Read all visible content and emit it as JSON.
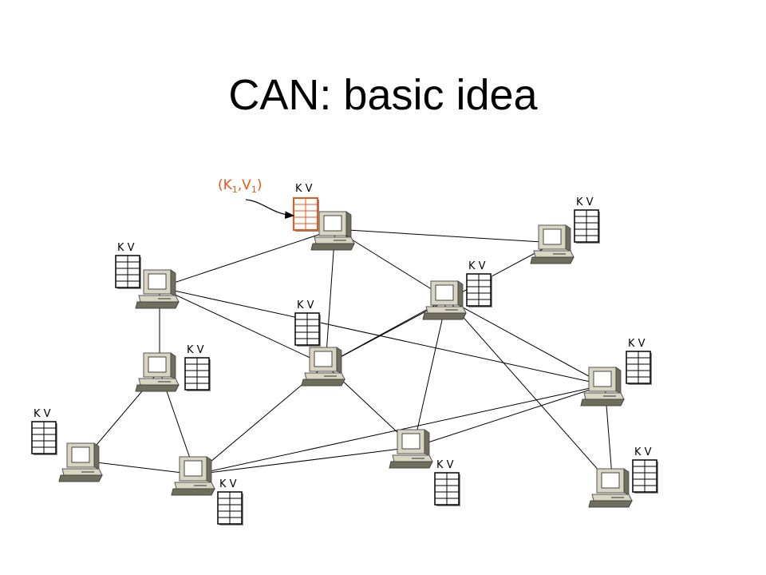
{
  "slide": {
    "title": "CAN: basic idea"
  },
  "diagram": {
    "table_header": "K  V",
    "highlight_label": {
      "open": "(K",
      "sub1": "1",
      "sep": ",V",
      "sub2": "1",
      "close": ")"
    },
    "colors": {
      "link": "#000000",
      "table": "#000000",
      "highlight": "#e8581c",
      "computer_beige": "#d8d6c2",
      "computer_dark": "#6f6d5c"
    },
    "nodes": [
      {
        "id": "n1",
        "table": true,
        "highlight": true
      },
      {
        "id": "n2",
        "table": true
      },
      {
        "id": "n3",
        "table": true
      },
      {
        "id": "n4",
        "table": true
      },
      {
        "id": "n5",
        "table": true
      },
      {
        "id": "n6",
        "table": true
      },
      {
        "id": "n7",
        "table": true
      },
      {
        "id": "n8",
        "table": true
      },
      {
        "id": "n9",
        "table": true
      },
      {
        "id": "n10",
        "table": true
      },
      {
        "id": "n11",
        "table": true
      },
      {
        "id": "n12",
        "table": true
      }
    ],
    "links": [
      [
        "n1",
        "n2"
      ],
      [
        "n1",
        "n3"
      ],
      [
        "n1",
        "n4"
      ],
      [
        "n1",
        "n8"
      ],
      [
        "n2",
        "n5"
      ],
      [
        "n2",
        "n10"
      ],
      [
        "n3",
        "n8"
      ],
      [
        "n4",
        "n9"
      ],
      [
        "n4",
        "n10"
      ],
      [
        "n4",
        "n11"
      ],
      [
        "n5",
        "n6"
      ],
      [
        "n5",
        "n7"
      ],
      [
        "n6",
        "n7"
      ],
      [
        "n7",
        "n9"
      ],
      [
        "n7",
        "n10"
      ],
      [
        "n10",
        "n11"
      ],
      [
        "n10",
        "n9"
      ],
      [
        "n9",
        "n12"
      ],
      [
        "n11",
        "n12"
      ]
    ]
  }
}
